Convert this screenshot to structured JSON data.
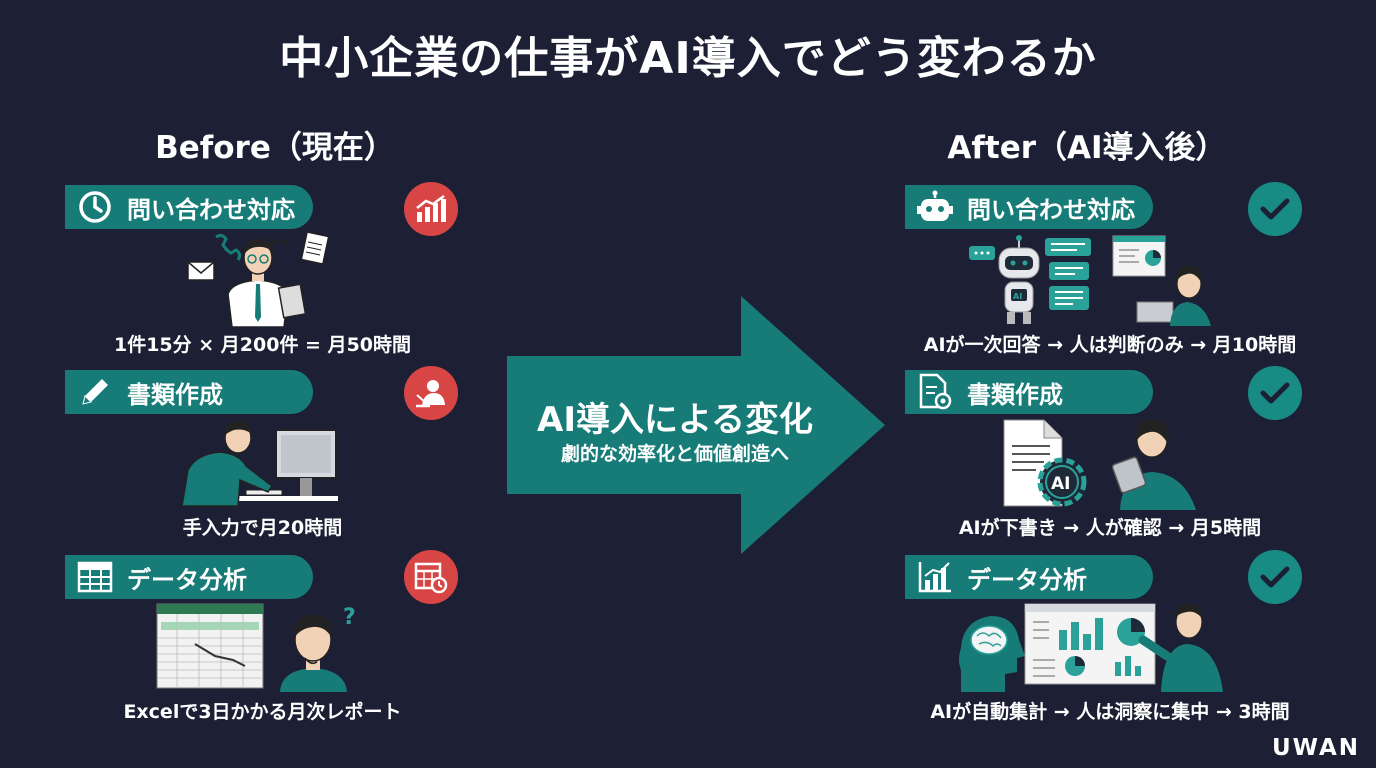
{
  "title": "中小企業の仕事がAI導入でどう変わるか",
  "before": {
    "heading": "Before（現在）",
    "items": [
      {
        "label": "問い合わせ対応",
        "caption": "1件15分 × 月200件 = 月50時間"
      },
      {
        "label": "書類作成",
        "caption": "手入力で月20時間"
      },
      {
        "label": "データ分析",
        "caption": "Excelで3日かかる月次レポート"
      }
    ]
  },
  "after": {
    "heading": "After（AI導入後）",
    "items": [
      {
        "label": "問い合わせ対応",
        "caption": "AIが一次回答 → 人は判断のみ → 月10時間"
      },
      {
        "label": "書類作成",
        "caption": "AIが下書き → 人が確認 → 月5時間"
      },
      {
        "label": "データ分析",
        "caption": "AIが自動集計 → 人は洞察に集中 → 3時間"
      }
    ]
  },
  "center": {
    "title": "AI導入による変化",
    "subtitle": "劇的な効率化と価値創造へ"
  },
  "brand": "UWAN",
  "colors": {
    "background": "#1d2035",
    "teal": "#177c78",
    "red": "#d84545"
  }
}
